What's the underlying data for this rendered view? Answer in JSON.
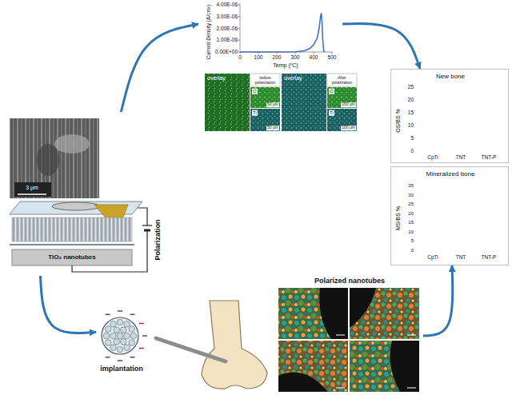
{
  "diagram": {
    "nodes": [
      {
        "text": [
          "3 µm",
          "TiO₂ nanotubes",
          "Polarization"
        ]
      },
      {
        "text": [
          "Current Density (A/cm²)",
          "0.00E+00",
          "1.00E-06",
          "2.00E-06",
          "3.00E-06",
          "4.00E-06",
          "0",
          "100",
          "200",
          "300",
          "400",
          "500",
          "Temp (ºC)"
        ]
      },
      {
        "text": [
          "overlay",
          "before polarization",
          "O",
          "50 µm",
          "Ti",
          "50 µm"
        ]
      },
      {
        "text": [
          "overlay",
          "After polarization",
          "O",
          "100 µm",
          "Ti",
          "100 µm"
        ]
      },
      {
        "text": [
          "New bone",
          "OS/BS %",
          "0",
          "5",
          "10",
          "15",
          "20",
          "25",
          "CpTi",
          "TNT",
          "TNT-P"
        ]
      },
      {
        "text": [
          "Mineralized bone",
          "MS/BS %",
          "0",
          "5",
          "10",
          "15",
          "20",
          "25",
          "30",
          "35",
          "CpTi",
          "TNT",
          "TNT-P"
        ]
      },
      {
        "text": [
          "implantation"
        ]
      },
      {
        "text": [
          "Polarized nanotubes"
        ]
      }
    ],
    "edges": [
      {
        "from": 0,
        "to": 1,
        "arrow": "to"
      },
      {
        "from": 1,
        "to": 4,
        "arrow": "to"
      },
      {
        "from": 0,
        "to": 6,
        "arrow": "to"
      },
      {
        "from": 7,
        "to": 5,
        "arrow": "to"
      }
    ]
  }
}
